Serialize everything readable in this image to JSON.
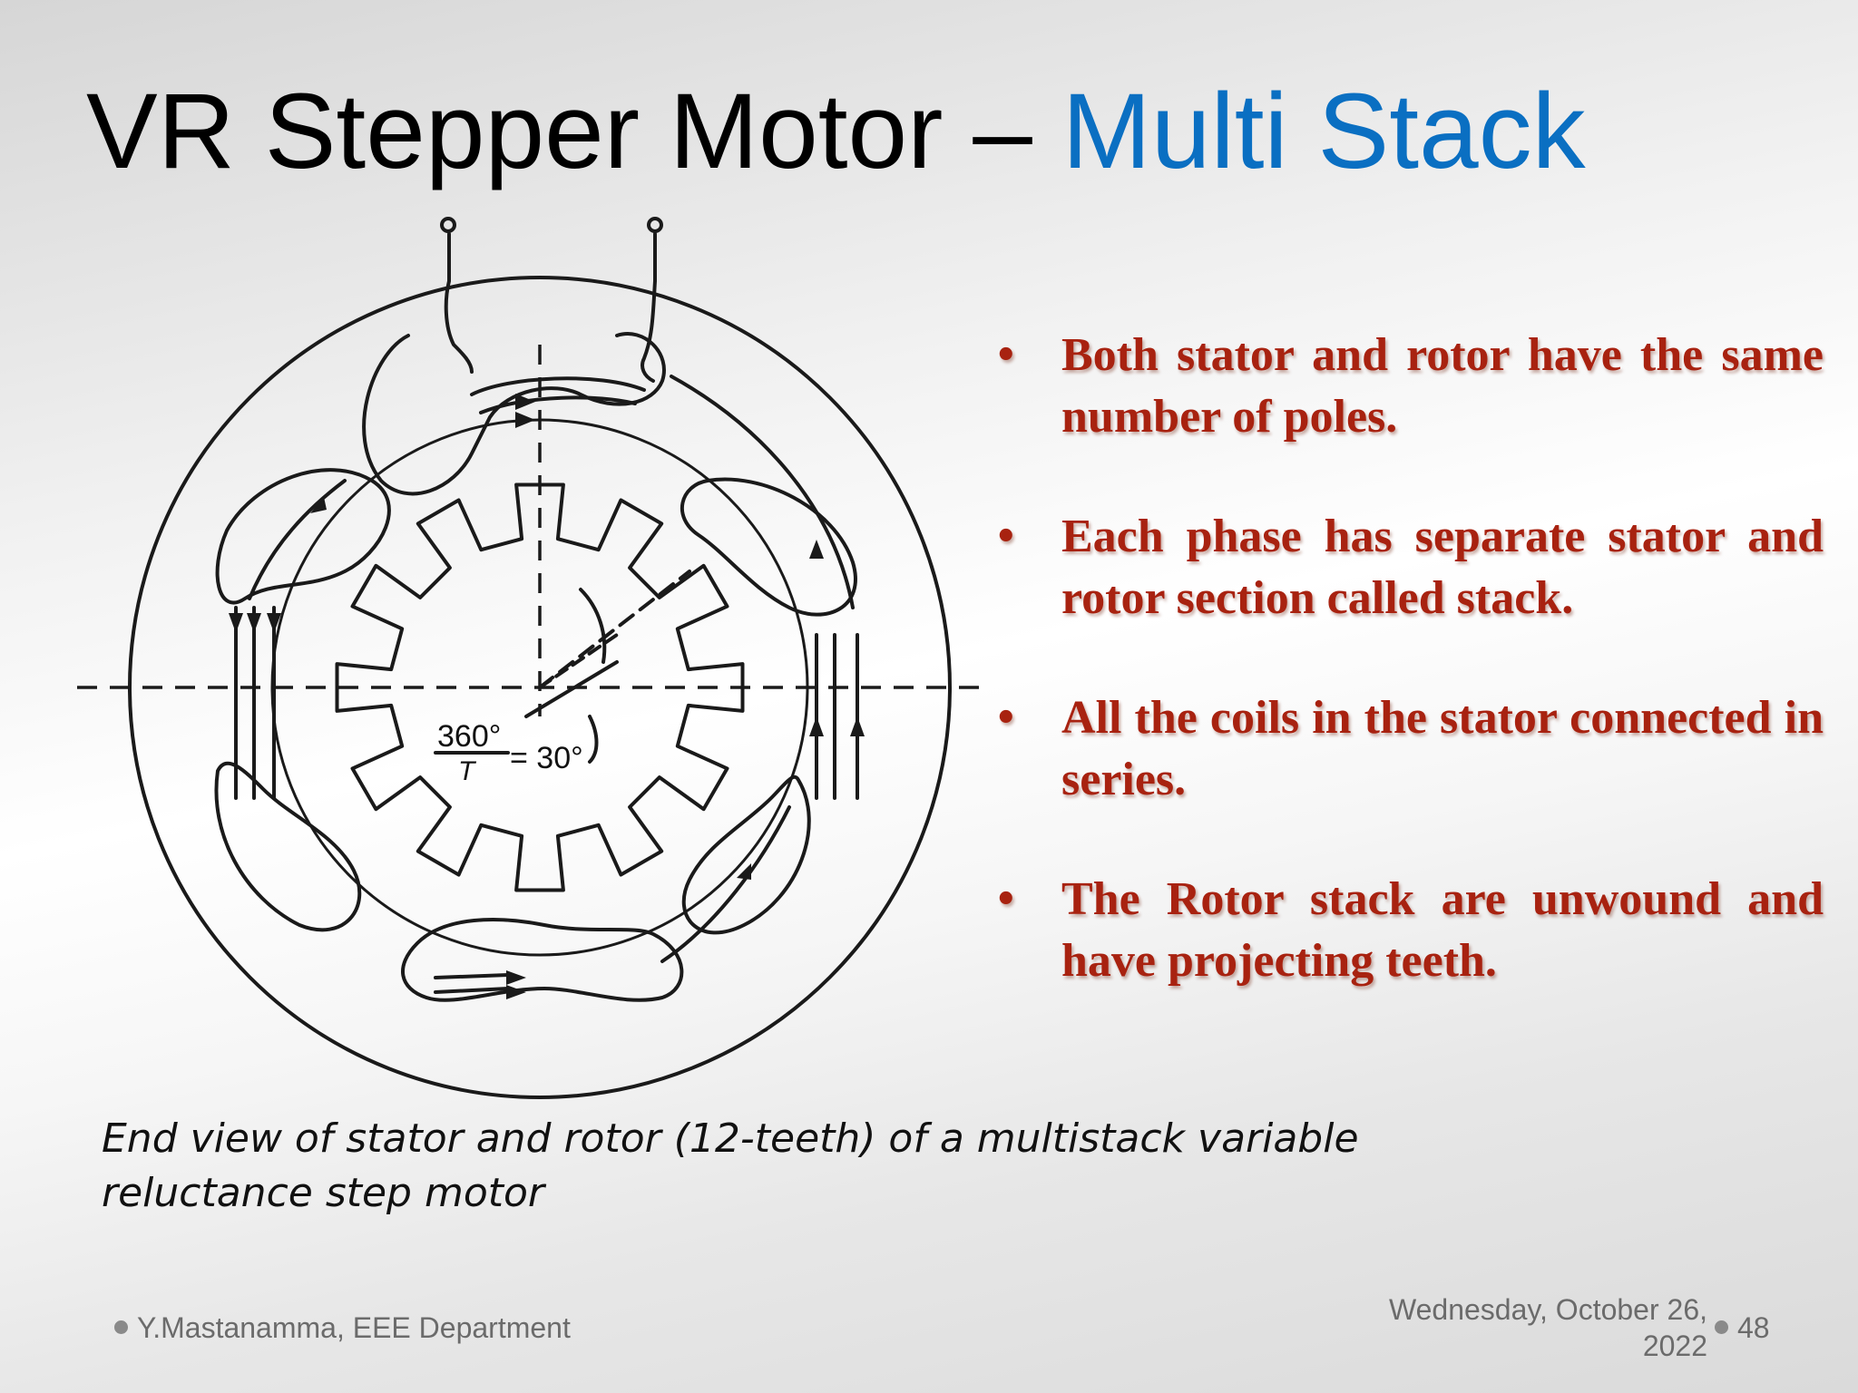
{
  "title": {
    "main": "VR Stepper Motor – ",
    "accent": "Multi Stack"
  },
  "colors": {
    "accent": "#0a6fc2",
    "bullet_text": "#a82210",
    "footer_text": "#6b6b6b"
  },
  "diagram": {
    "angle_numerator": "360°",
    "angle_denominator": "T",
    "angle_result": "= 30°"
  },
  "bullets": [
    "Both stator and rotor have the same number of poles.",
    "Each phase has separate stator and rotor section called stack.",
    "All the coils in the stator connected in series.",
    "The Rotor stack are unwound and have projecting teeth."
  ],
  "bullet_symbol": "•",
  "caption": "End view of stator and rotor (12-teeth) of a multistack variable reluctance step motor",
  "footer": {
    "author": "Y.Mastanamma, EEE Department",
    "date_line1": "Wednesday, October 26,",
    "date_line2": "2022",
    "page": "48"
  }
}
